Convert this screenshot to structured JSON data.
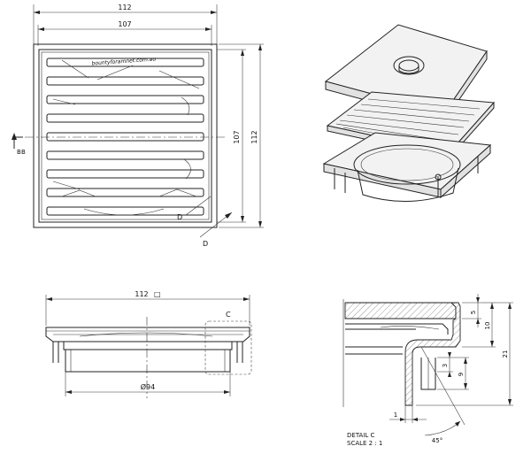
{
  "top_view": {
    "dim_outer_width": "112",
    "dim_inner_width": "107",
    "dim_inner_height": "107",
    "dim_outer_height": "112",
    "section_marker": "B",
    "section_marker_right": "B",
    "detail_marker_inner": "D",
    "detail_marker_outer": "D",
    "brand_text": "bountyforamnet.com.au"
  },
  "side_view": {
    "dim_width": "112",
    "square_symbol": "□",
    "dim_diameter": "Ø94",
    "detail_marker": "C"
  },
  "detail_c": {
    "dim_5": "5",
    "dim_10": "10",
    "dim_21": "21",
    "dim_3": "3",
    "dim_9": "9",
    "dim_1": "1",
    "angle": "45°",
    "caption_line1": "DETAIL C",
    "caption_line2": "SCALE 2 : 1"
  }
}
